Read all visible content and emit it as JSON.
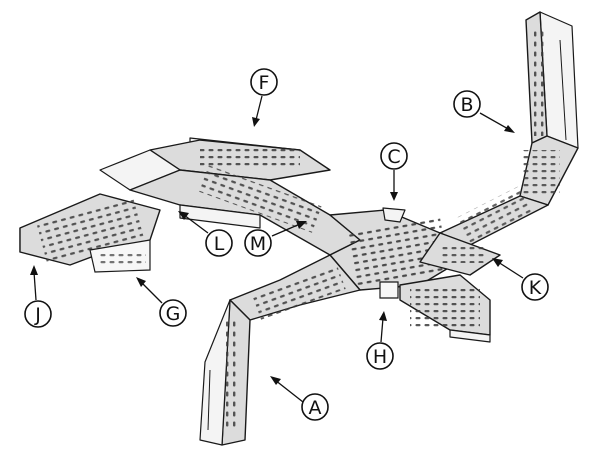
{
  "callouts": [
    {
      "label": "A"
    },
    {
      "label": "B"
    },
    {
      "label": "C"
    },
    {
      "label": "F"
    },
    {
      "label": "G"
    },
    {
      "label": "H"
    },
    {
      "label": "J"
    },
    {
      "label": "K"
    },
    {
      "label": "L"
    },
    {
      "label": "M"
    }
  ]
}
